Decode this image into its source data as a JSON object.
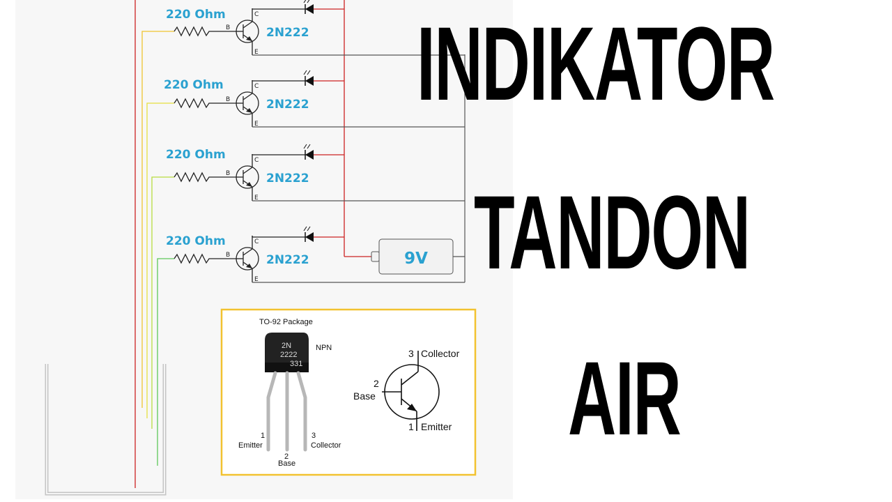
{
  "title": {
    "lines": [
      "INDIKATOR",
      "TANDON",
      "AIR"
    ]
  },
  "circuit": {
    "stages": [
      {
        "resistor_label": "220 Ohm",
        "transistor_label": "2N222"
      },
      {
        "resistor_label": "220 Ohm",
        "transistor_label": "2N222"
      },
      {
        "resistor_label": "220 Ohm",
        "transistor_label": "2N222"
      },
      {
        "resistor_label": "220 Ohm",
        "transistor_label": "2N222"
      }
    ],
    "pin_letters": {
      "collector": "C",
      "base": "B",
      "emitter": "E"
    },
    "battery_label": "9V",
    "wire_colors": {
      "positive": "#cc2222",
      "ground": "#555555",
      "probes": [
        "#f0c430",
        "#e6e040",
        "#b8dc40",
        "#5ec85a"
      ]
    }
  },
  "pinout": {
    "package_title": "TO-92 Package",
    "type_label": "NPN",
    "body_marking": [
      "2N",
      "2222",
      "331"
    ],
    "legs": [
      {
        "number": "1",
        "name": "Emitter"
      },
      {
        "number": "2",
        "name": "Base"
      },
      {
        "number": "3",
        "name": "Collector"
      }
    ],
    "symbol_pins": [
      {
        "number": "3",
        "name": "Collector"
      },
      {
        "number": "2",
        "name": "Base"
      },
      {
        "number": "1",
        "name": "Emitter"
      }
    ],
    "border_color": "#f2c230"
  }
}
